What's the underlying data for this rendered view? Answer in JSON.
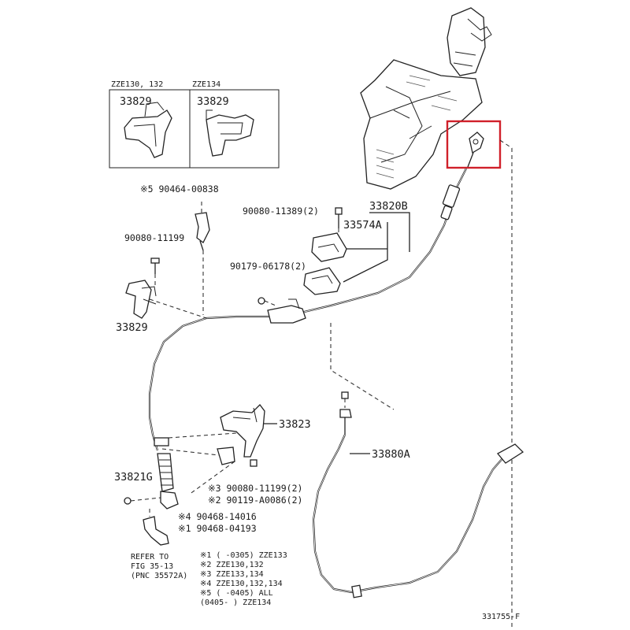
{
  "inset": {
    "left_header": "ZZE130, 132",
    "right_header": "ZZE134",
    "left_part": "33829",
    "right_part": "33829"
  },
  "labels": {
    "p_90464": "※5 90464-00838",
    "p_90080_top": "90080-11389(2)",
    "p_33820B": "33820B",
    "p_33574A": "33574A",
    "p_90080_left": "90080-11199",
    "p_90179": "90179-06178(2)",
    "p_33829": "33829",
    "p_33823": "33823",
    "p_33880A": "33880A",
    "p_33821G": "33821G",
    "p_3_90080": "※3 90080-11199(2)",
    "p_2_90119": "※2 90119-A0086(2)",
    "p_4_90468": "※4 90468-14016",
    "p_1_90468": "※1 90468-04193",
    "refer_1": "REFER TO",
    "refer_2": "FIG 35-13",
    "refer_3": "(PNC 35572A)",
    "diagram_id": "331755-F"
  },
  "legend": [
    "※1 (      -0305) ZZE133",
    "※2 ZZE130,132",
    "※3 ZZE133,134",
    "※4 ZZE130,132,134",
    "※5 (      -0405) ALL",
    "    (0405-     ) ZZE134"
  ],
  "highlight_color": "#d0202a"
}
